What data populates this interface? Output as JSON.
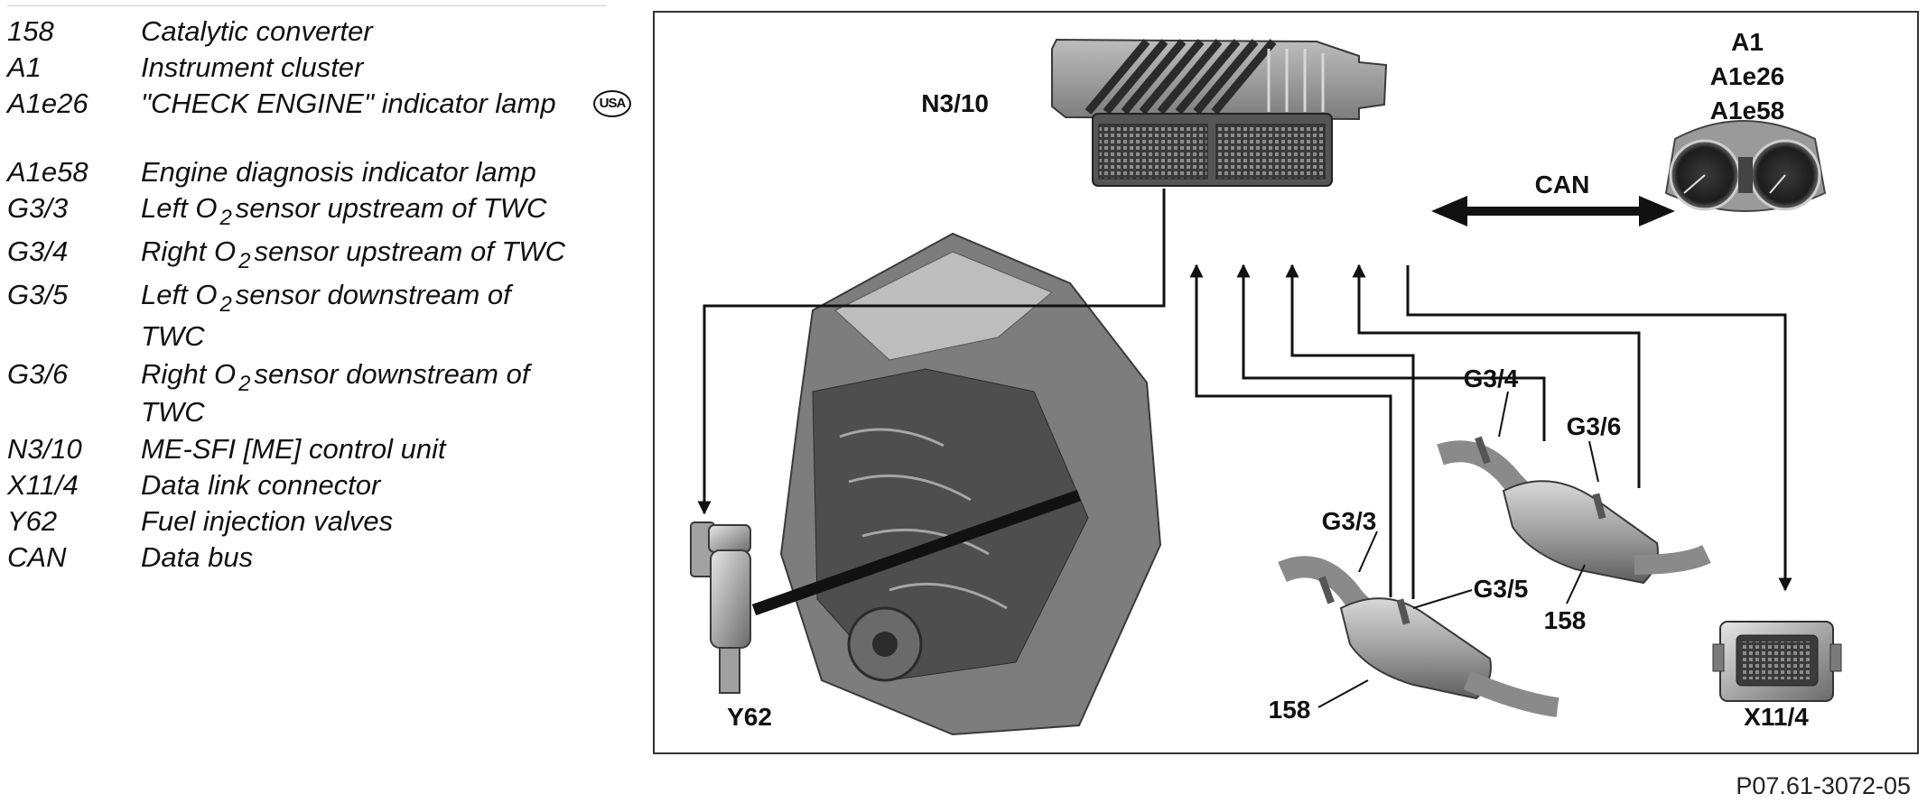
{
  "legend": {
    "items": [
      {
        "code": "158",
        "desc": "Catalytic converter"
      },
      {
        "code": "A1",
        "desc": "Instrument cluster"
      },
      {
        "code": "A1e26",
        "desc": "\"CHECK ENGINE\" indicator lamp"
      },
      {
        "code": "A1e58",
        "desc": "Engine diagnosis indicator lamp"
      },
      {
        "code": "G3/3",
        "desc_pre": "Left O",
        "desc_sub": "2",
        "desc_post": "sensor upstream of TWC"
      },
      {
        "code": "G3/4",
        "desc_pre": "Right O",
        "desc_sub": "2",
        "desc_post": "sensor upstream of TWC"
      },
      {
        "code": "G3/5",
        "desc_pre": "Left O",
        "desc_sub": "2",
        "desc_post": "sensor downstream of",
        "desc_cont": "TWC"
      },
      {
        "code": "G3/6",
        "desc_pre": "Right O",
        "desc_sub": "2",
        "desc_post": "sensor downstream of",
        "desc_cont": "TWC"
      },
      {
        "code": "N3/10",
        "desc": "ME-SFI [ME] control unit"
      },
      {
        "code": "X11/4",
        "desc": "Data link connector"
      },
      {
        "code": "Y62",
        "desc": "Fuel injection valves"
      },
      {
        "code": "CAN",
        "desc": "Data bus"
      }
    ],
    "usa_badge": "USA"
  },
  "diagram": {
    "labels": {
      "n3_10": "N3/10",
      "a1": "A1",
      "a1e26": "A1e26",
      "a1e58": "A1e58",
      "can": "CAN",
      "g3_3": "G3/3",
      "g3_4": "G3/4",
      "g3_5": "G3/5",
      "g3_6": "G3/6",
      "cat_left": "158",
      "cat_right": "158",
      "y62": "Y62",
      "x11_4": "X11/4"
    }
  },
  "footer": {
    "ref": "P07.61-3072-05"
  }
}
